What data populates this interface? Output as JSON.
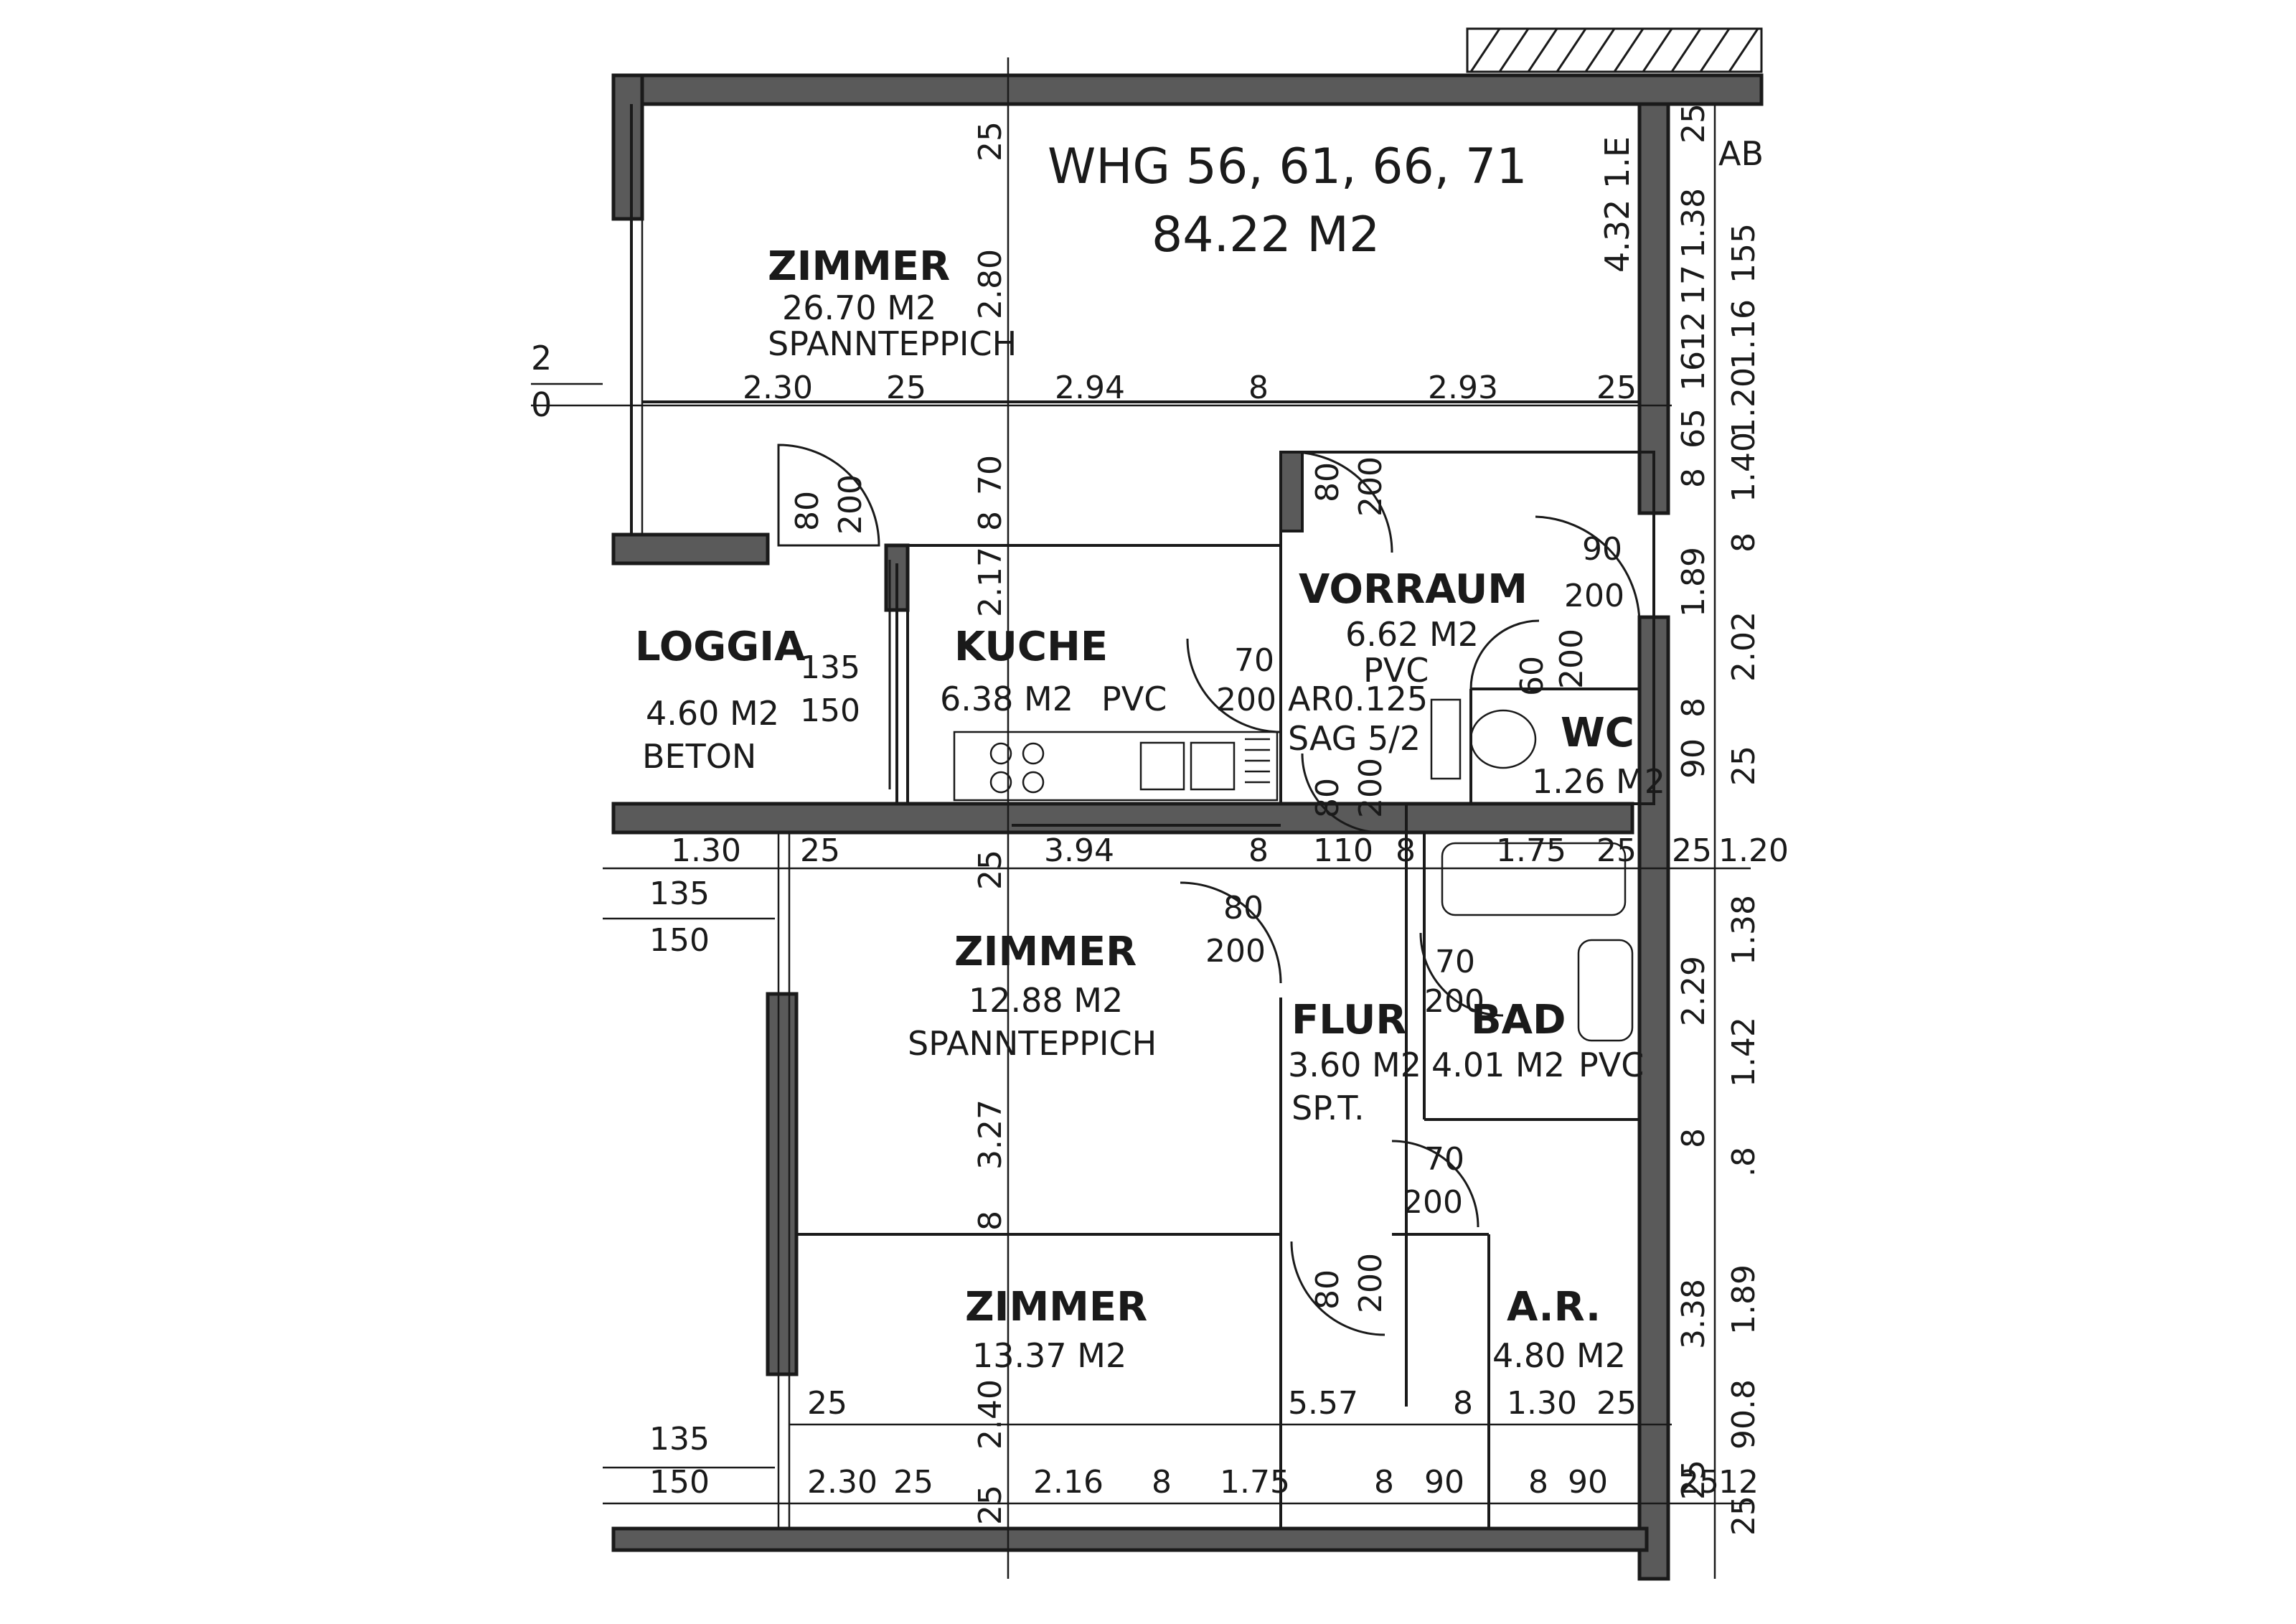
{
  "plan": {
    "unit_title": "WHG 56, 61, 66, 71",
    "unit_area": "84.22 M2"
  },
  "rooms": {
    "zimmer_main": {
      "name": "ZIMMER",
      "area": "26.70 M2",
      "floor": "SPANNTEPPICH"
    },
    "loggia": {
      "name": "LOGGIA",
      "area": "4.60 M2",
      "floor": "BETON"
    },
    "kuche": {
      "name": "KUCHE",
      "area": "6.38 M2",
      "floor": "PVC"
    },
    "vorraum": {
      "name": "VORRAUM",
      "area": "6.62 M2",
      "floor": "PVC"
    },
    "wc": {
      "name": "WC",
      "area": "1.26 M2"
    },
    "zimmer_mid": {
      "name": "ZIMMER",
      "area": "12.88 M2",
      "floor": "SPANNTEPPICH"
    },
    "flur": {
      "name": "FLUR",
      "area": "3.60 M2",
      "floor": "SP.T."
    },
    "bad": {
      "name": "BAD",
      "area": "4.01 M2",
      "floor": "PVC"
    },
    "zimmer_low": {
      "name": "ZIMMER",
      "area": "13.37 M2"
    },
    "ar": {
      "name": "A.R.",
      "area": "4.80 M2"
    }
  },
  "corner_labels": {
    "ab": "AB",
    "e": "4.32 1.E",
    "ar_sag": "AR0.125",
    "sag": "SAG 5/2",
    "left_a": "2",
    "left_b": "0"
  },
  "dimensions": {
    "top_row": [
      "2.30",
      "25",
      "2.94",
      "8",
      "2.93",
      "25"
    ],
    "middle_row": [
      "1.30",
      "25",
      "3.94",
      "8",
      "110",
      "8",
      "1.75",
      "25",
      "25",
      "1.20"
    ],
    "bottom_row_a": [
      "25",
      "5.57",
      "8",
      "1.30",
      "25"
    ],
    "bottom_row_b": [
      "2.30",
      "25",
      "2.16",
      "8",
      "1.75",
      "8",
      "90",
      "8",
      "90",
      "25",
      "12"
    ],
    "left_135_150": [
      "135",
      "150"
    ],
    "vertical_mid": [
      "25",
      "2.80",
      "8",
      "70",
      "2.17",
      "25",
      "3.27",
      "8",
      "2.40",
      "25"
    ],
    "vertical_right_a": [
      "25",
      "1.38",
      "17",
      "12",
      "16",
      "65",
      "8",
      "1.89",
      "8",
      "90",
      "2.29",
      "8",
      "3.38",
      "25"
    ],
    "vertical_right_b": [
      "155",
      "1.16",
      "1.20",
      "1.40",
      "8",
      "2.02",
      "25",
      "1.38",
      "1.42",
      ".8",
      "1.89",
      "90.8",
      "25"
    ]
  },
  "doors": [
    {
      "w": "80",
      "h": "200"
    },
    {
      "w": "80",
      "h": "200"
    },
    {
      "w": "90",
      "h": "200"
    },
    {
      "w": "60",
      "h": "200"
    },
    {
      "w": "70",
      "h": "200"
    },
    {
      "w": "135",
      "h": "150"
    },
    {
      "w": "80",
      "h": "200"
    },
    {
      "w": "80",
      "h": "200"
    },
    {
      "w": "70",
      "h": "200"
    },
    {
      "w": "70",
      "h": "200"
    },
    {
      "w": "80",
      "h": "200"
    }
  ]
}
